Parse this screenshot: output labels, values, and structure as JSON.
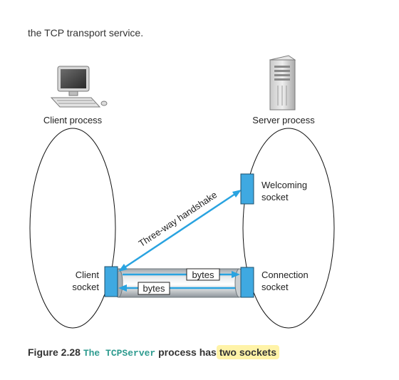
{
  "intro_text": "the TCP transport service.",
  "diagram": {
    "client_title": "Client process",
    "server_title": "Server process",
    "welcoming_label": [
      "Welcoming",
      "socket"
    ],
    "connection_label": [
      "Connection",
      "socket"
    ],
    "client_socket_label": [
      "Client",
      "socket"
    ],
    "handshake_label": "Three-way handshake",
    "bytes_to_server": "bytes",
    "bytes_to_client": "bytes"
  },
  "caption": {
    "number": "Figure 2.28",
    "mono_part": "The TCPServer",
    "middle": "process has",
    "highlight": "two sockets"
  },
  "colors": {
    "socket_fill": "#3fa9e1",
    "arrow": "#29a3e0",
    "caption_mono": "#2e9b8f",
    "highlight": "#fff3a8"
  }
}
